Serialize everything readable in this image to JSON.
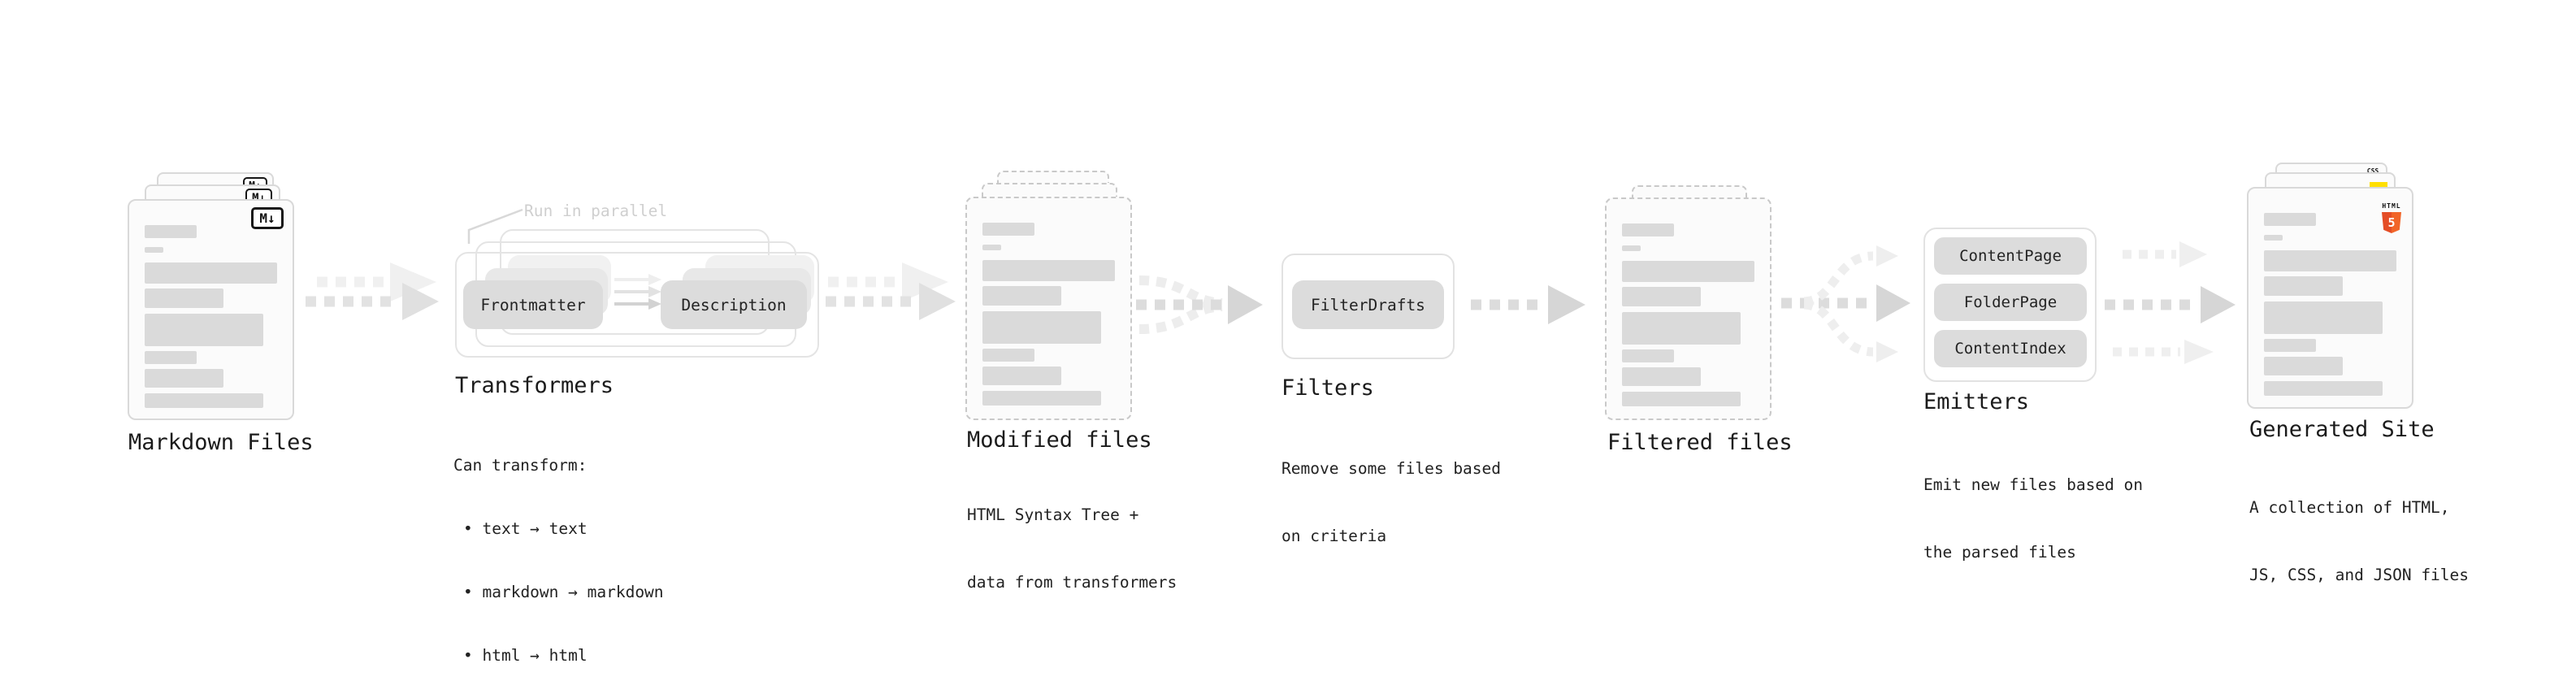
{
  "stages": {
    "markdown_files": {
      "label": "Markdown Files",
      "badge": "M↓"
    },
    "transformers": {
      "title": "Transformers",
      "note": "Run in parallel",
      "pill_left": "Frontmatter",
      "pill_right": "Description",
      "heading": "Can transform:",
      "bullets": [
        "• text → text",
        "• markdown → markdown",
        "• html → html"
      ]
    },
    "modified_files": {
      "title": "Modified files",
      "desc_line1": "HTML Syntax Tree +",
      "desc_line2": "data from transformers"
    },
    "filters": {
      "title": "Filters",
      "pill": "FilterDrafts",
      "desc_line1": "Remove some files based",
      "desc_line2": "on criteria"
    },
    "filtered_files": {
      "title": "Filtered files"
    },
    "emitters": {
      "title": "Emitters",
      "pills": [
        "ContentPage",
        "FolderPage",
        "ContentIndex"
      ],
      "desc_line1": "Emit new files based on",
      "desc_line2": "the parsed files"
    },
    "generated_site": {
      "title": "Generated Site",
      "desc_line1": "A collection of HTML,",
      "desc_line2": "JS, CSS, and JSON files",
      "badge_css": "CSS",
      "badge_html_label": "HTML",
      "badge_html_number": "5"
    }
  },
  "colors": {
    "html5_orange": "#e44d26",
    "js_yellow": "#ffdf00",
    "css_blue": "#2864e8"
  }
}
